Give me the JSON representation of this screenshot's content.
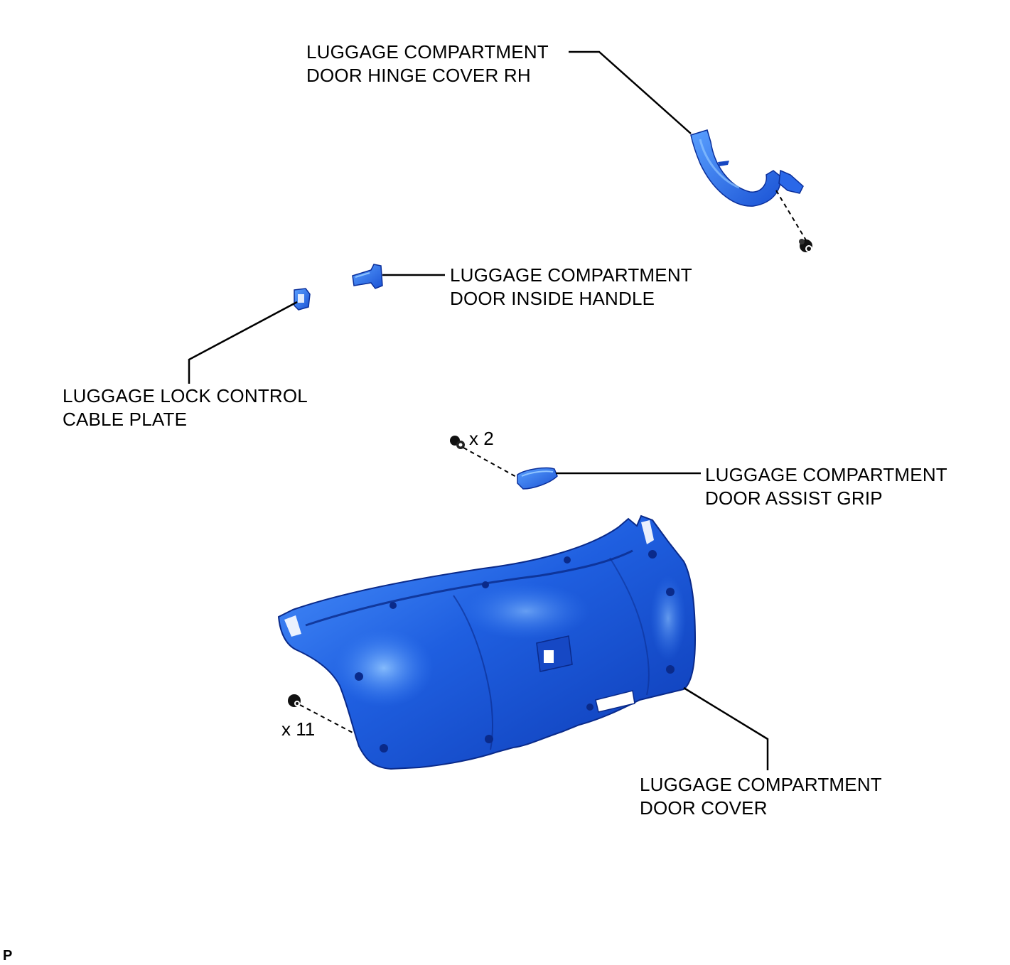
{
  "labels": {
    "hinge_cover": {
      "line1": "LUGGAGE COMPARTMENT",
      "line2": "DOOR HINGE COVER RH"
    },
    "inside_handle": {
      "line1": "LUGGAGE COMPARTMENT",
      "line2": "DOOR INSIDE HANDLE"
    },
    "cable_plate": {
      "line1": "LUGGAGE LOCK CONTROL",
      "line2": "CABLE PLATE"
    },
    "assist_grip": {
      "line1": "LUGGAGE COMPARTMENT",
      "line2": "DOOR ASSIST GRIP"
    },
    "door_cover": {
      "line1": "LUGGAGE COMPARTMENT",
      "line2": "DOOR COVER"
    }
  },
  "quantities": {
    "grip_clips": "x 2",
    "cover_clips": "x 11"
  },
  "corner_mark": "P",
  "colors": {
    "part_fill": "#1f5fe0",
    "part_dark": "#0b2f9a",
    "part_light": "#5aa0ff",
    "line": "#000000"
  }
}
